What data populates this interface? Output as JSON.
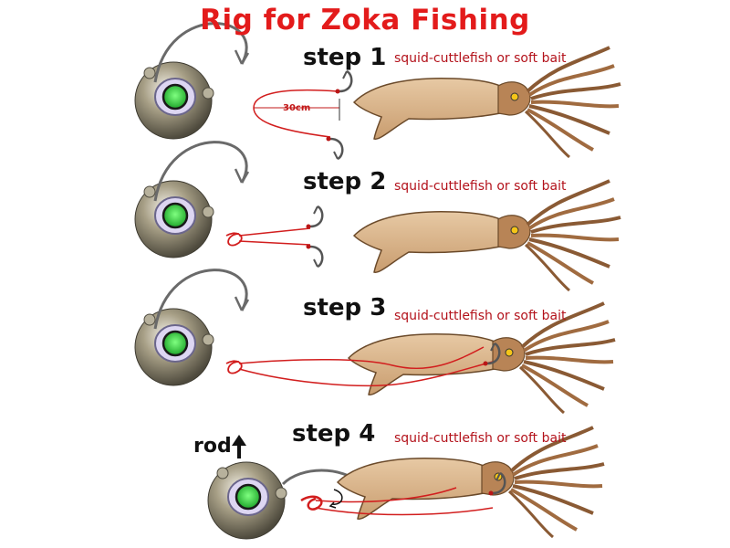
{
  "title": "Rig for Zoka Fishing",
  "steps": [
    {
      "label": "step 1",
      "bait": "squid-cuttlefish or soft bait"
    },
    {
      "label": "step 2",
      "bait": "squid-cuttlefish or soft bait"
    },
    {
      "label": "step 3",
      "bait": "squid-cuttlefish or soft bait"
    },
    {
      "label": "step 4",
      "bait": "squid-cuttlefish or soft bait"
    }
  ],
  "dimension": "30cm",
  "rod_label": "rod",
  "colors": {
    "title": "#e31b1b",
    "line": "#d21e1e",
    "jig_glow": "#2ecc40",
    "squid_body": "#d9b48c"
  }
}
